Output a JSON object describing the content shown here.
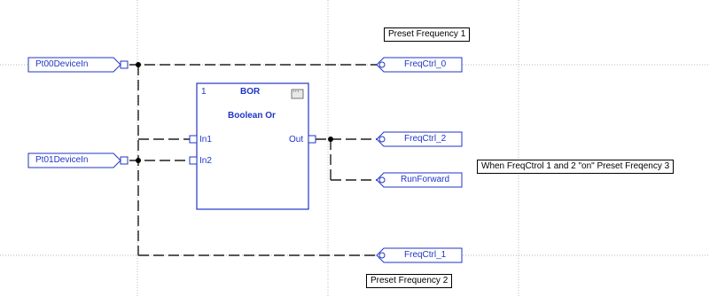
{
  "tags": {
    "in_pt00": "Pt00DeviceIn",
    "in_pt01": "Pt01DeviceIn",
    "out_freq0": "FreqCtrl_0",
    "out_freq2": "FreqCtrl_2",
    "out_run": "RunForward",
    "out_freq1": "FreqCtrl_1"
  },
  "block": {
    "index": "1",
    "name": "BOR",
    "desc": "Boolean Or",
    "pin_in1": "In1",
    "pin_in2": "In2",
    "pin_out": "Out",
    "menu_icon": "ellipsis-icon"
  },
  "notes": {
    "preset1": "Preset Frequency 1",
    "preset2": "Preset Frequency 2",
    "preset3": "When FreqCtrol 1 and 2 \"on\" Preset Freqency 3"
  },
  "colors": {
    "wire": "#1f1f1f",
    "tag": "#1f35c8",
    "block_border": "#1f35c8",
    "grid": "#b8b8b8"
  }
}
